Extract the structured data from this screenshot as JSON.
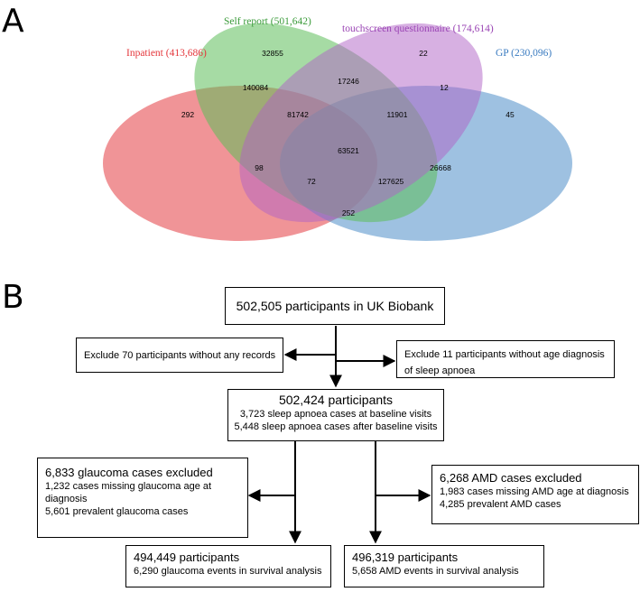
{
  "panel_a": {
    "letter": "A",
    "sets": [
      {
        "key": "inpatient",
        "label": "Inpatient (413,686)",
        "color": "#e85a5f"
      },
      {
        "key": "self",
        "label": "Self report (501,642)",
        "color": "#5cbd5a"
      },
      {
        "key": "touch",
        "label": "touchscreen questionnaire (174,614)",
        "color": "#b062c6"
      },
      {
        "key": "gp",
        "label": "GP (230,096)",
        "color": "#4f8ec9"
      }
    ],
    "counts": {
      "inpatient_only": "292",
      "self_only": "32855",
      "touch_only": "22",
      "gp_only": "45",
      "inpatient_self": "140084",
      "self_touch": "17246",
      "touch_gp": "12",
      "inpatient_self_touch": "81742",
      "self_touch_gp": "11901",
      "all_four": "63521",
      "inpatient_touch": "98",
      "inpatient_touch_gp": "72",
      "inpatient_self_gp": "127625",
      "self_gp": "26668",
      "inpatient_gp": "252"
    }
  },
  "panel_b": {
    "letter": "B",
    "top": "502,505 participants in UK Biobank",
    "exclude_left": "Exclude 70 participants without any records",
    "exclude_right": "Exclude 11 participants without age diagnosis of sleep apnoea",
    "middle": {
      "title": "502,424 participants",
      "line1": "3,723 sleep apnoea cases at baseline visits",
      "line2": "5,448 sleep apnoea cases after baseline visits"
    },
    "glaucoma_excluded": {
      "title": "6,833 glaucoma cases excluded",
      "line1": "1,232 cases missing glaucoma age at diagnosis",
      "line2": "5,601 prevalent glaucoma cases"
    },
    "amd_excluded": {
      "title": "6,268 AMD cases excluded",
      "line1": "1,983 cases missing AMD age at diagnosis",
      "line2": "4,285 prevalent AMD cases"
    },
    "glaucoma_final": {
      "title": "494,449 participants",
      "line1": "6,290 glaucoma events in survival analysis"
    },
    "amd_final": {
      "title": "496,319 participants",
      "line1": "5,658 AMD events in survival analysis"
    }
  }
}
